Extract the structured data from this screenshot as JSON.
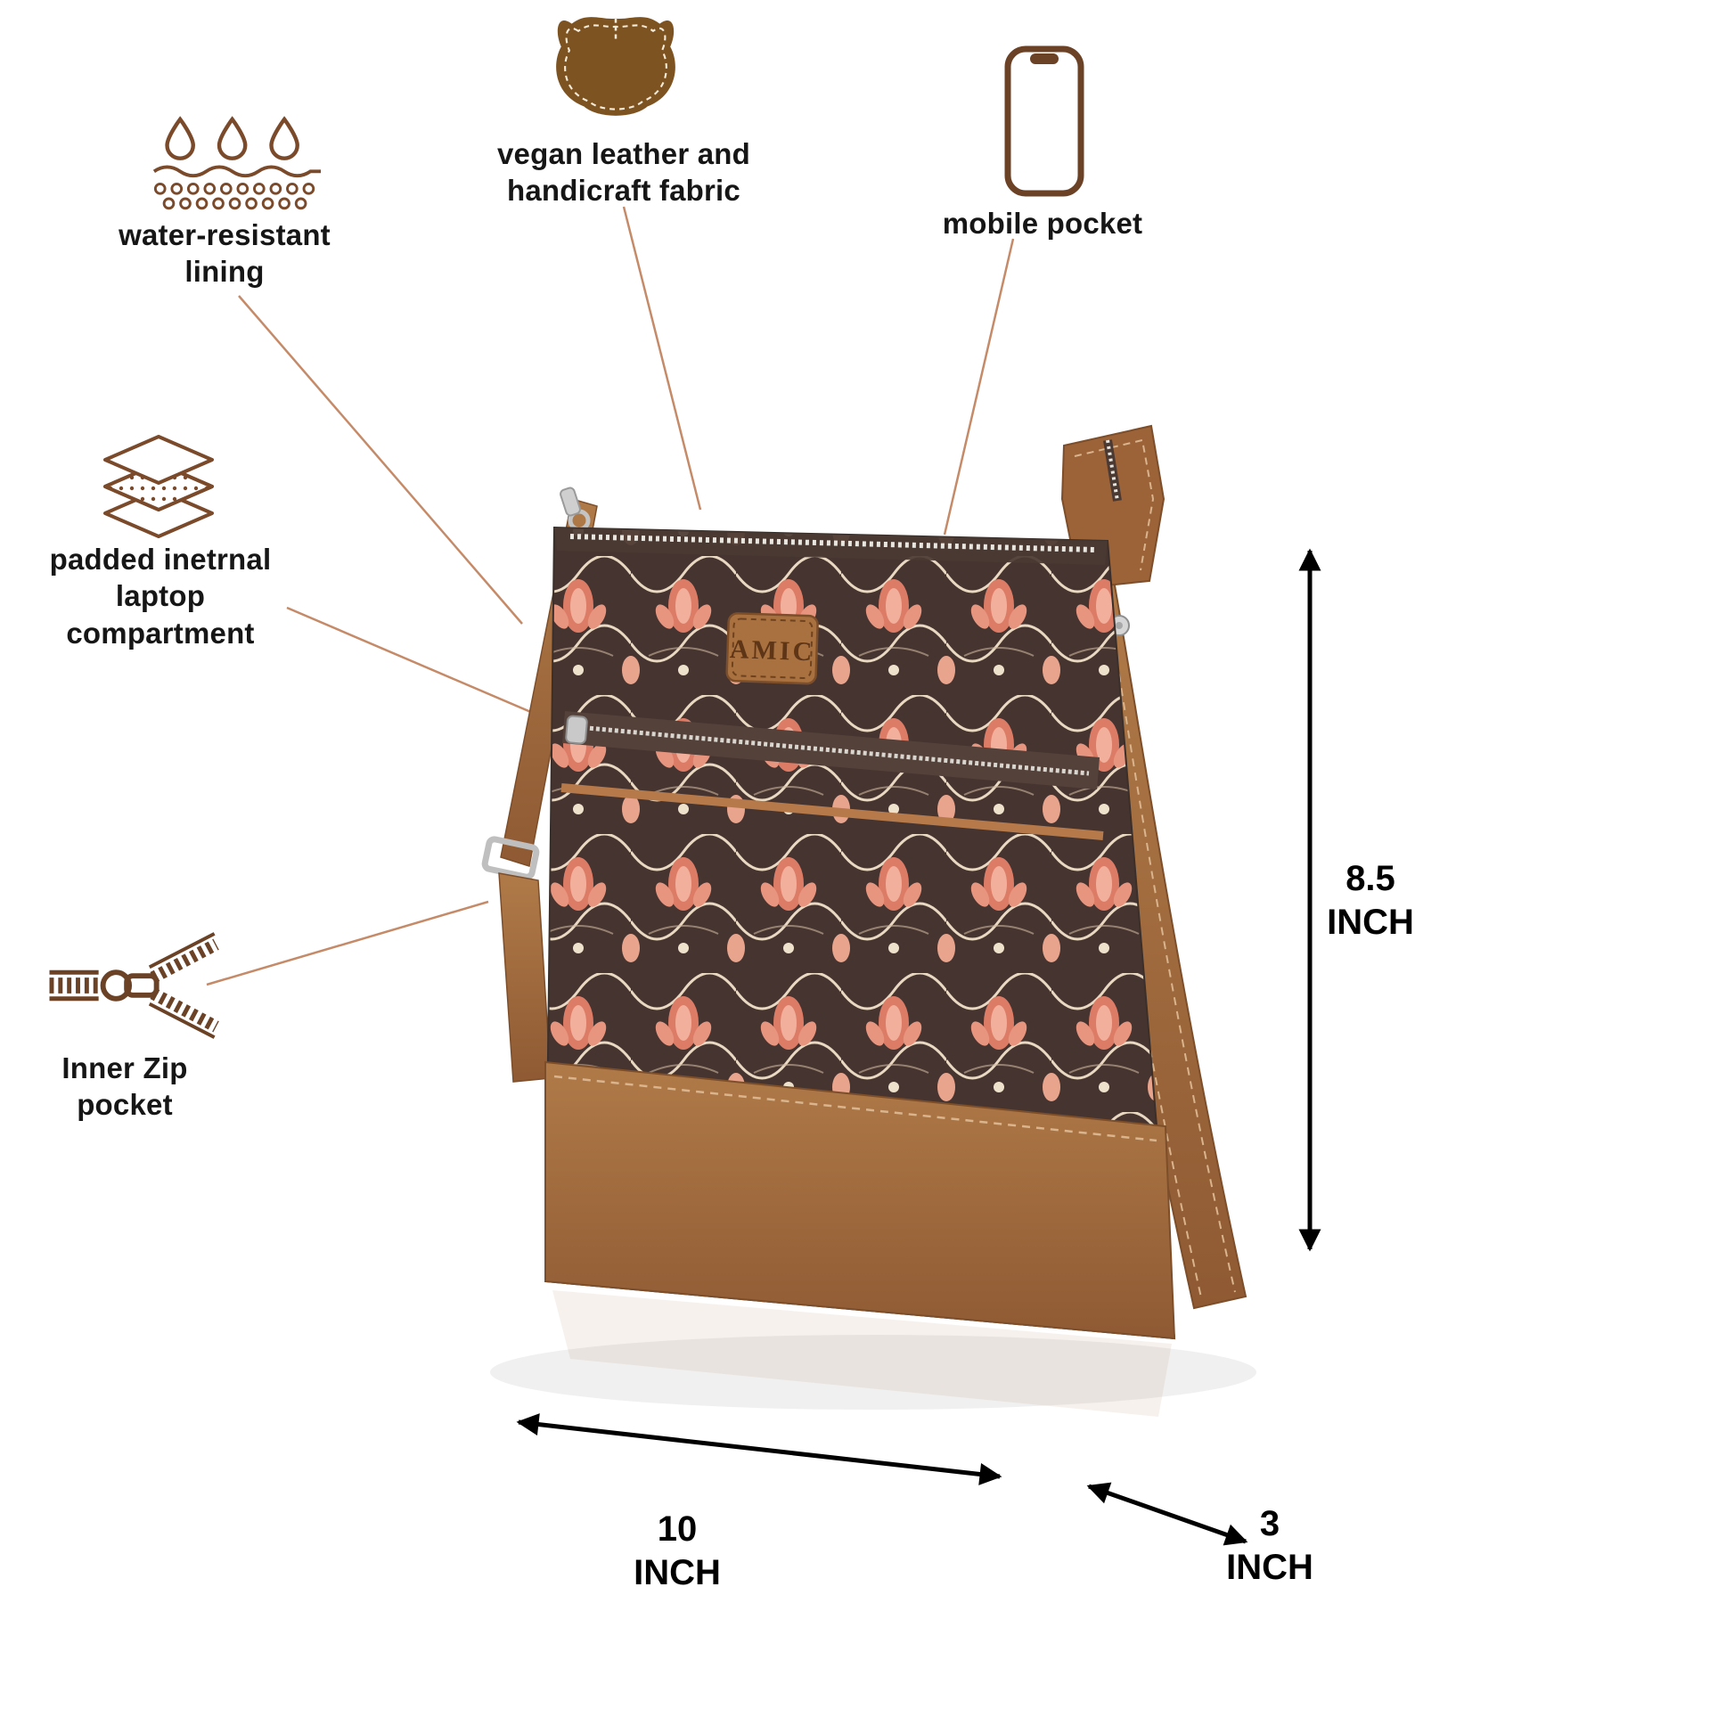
{
  "brand": "AMIC",
  "features": {
    "water": {
      "line1": "water-resistant",
      "line2": "lining"
    },
    "padded": {
      "line1": "padded inetrnal",
      "line2": "laptop compartment"
    },
    "zip": {
      "label": "Inner Zip pocket"
    },
    "leather": {
      "line1": "vegan leather and",
      "line2": "handicraft fabric"
    },
    "mobile": {
      "label": "mobile pocket"
    }
  },
  "dimensions": {
    "height": {
      "value": "8.5",
      "unit": "INCH"
    },
    "width": {
      "value": "10",
      "unit": "INCH"
    },
    "depth": {
      "value": "3",
      "unit": "INCH"
    }
  },
  "icons": {
    "water": "water-drops-icon",
    "padded": "padded-layers-icon",
    "zip": "zipper-icon",
    "leather": "leather-hide-icon",
    "mobile": "phone-icon"
  },
  "colors": {
    "icon_brown": "#7a4a2b",
    "callout_line": "#c58a68",
    "leather_tan": "#a96f42",
    "leather_dark": "#7d4e2a",
    "pattern_base": "#463430",
    "pattern_salmon": "#dd7c66",
    "pattern_cream": "#ead9c2",
    "dimension_black": "#000000"
  }
}
